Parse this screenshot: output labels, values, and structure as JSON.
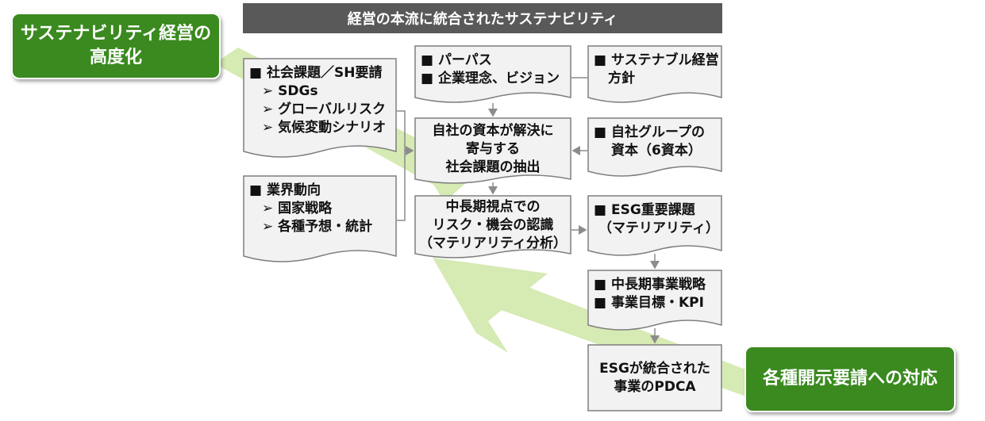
{
  "header": "経営の本流に統合されたサステナビリティ",
  "badges": {
    "top_left": [
      "サステナビリティ経営の",
      "高度化"
    ],
    "bottom_right": "各種開示要請への対応"
  },
  "boxes": {
    "social": {
      "title": "■ 社会課題／SH要請",
      "items": [
        "SDGs",
        "グローバルリスク",
        "気候変動シナリオ"
      ]
    },
    "industry": {
      "title": "■ 業界動向",
      "items": [
        "国家戦略",
        "各種予想・統計"
      ]
    },
    "purpose": {
      "lines": [
        "■ パーパス",
        "■ 企業理念、ビジョン"
      ]
    },
    "policy": {
      "lines": [
        "■ サステナブル経営",
        "方針"
      ]
    },
    "extract": {
      "lines": [
        "自社の資本が解決に",
        "寄与する",
        "社会課題の抽出"
      ]
    },
    "capital": {
      "lines": [
        "■ 自社グループの",
        "資本（6資本）"
      ]
    },
    "recognize": {
      "lines": [
        "中長期視点での",
        "リスク・機会の認識",
        "（マテリアリティ分析）"
      ]
    },
    "esg": {
      "lines": [
        "■ ESG重要課題",
        "（マテリアリティ）"
      ]
    },
    "strategy": {
      "lines": [
        "■ 中長期事業戦略",
        "■ 事業目標・KPI"
      ]
    },
    "pdca": {
      "lines": [
        "ESGが統合された",
        "事業のPDCA"
      ]
    }
  },
  "colors": {
    "header_bg": "#595959",
    "badge_green": "#3a8a1f",
    "arrow_light_green": "#c6e29a",
    "box_fill": "#f2f2f2",
    "box_stroke": "#7f7f7f"
  }
}
